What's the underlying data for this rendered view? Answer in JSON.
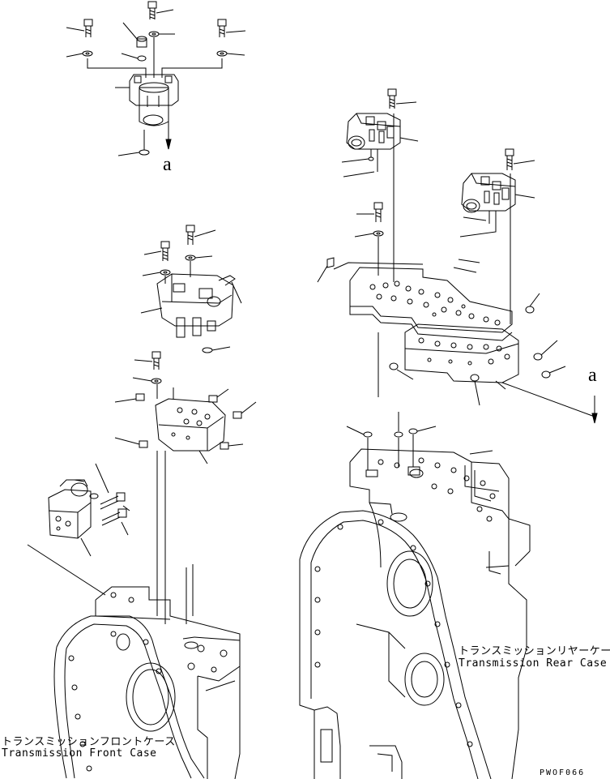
{
  "callouts": {
    "top_a": "a",
    "right_a": "a"
  },
  "labels": {
    "rear_case_jp": "トランスミッションリヤーケース",
    "rear_case_en": "Transmission Rear Case",
    "front_case_jp": "トランスミッションフロントケース",
    "front_case_en": "Transmission Front Case"
  },
  "drawing_code": "PWOF066"
}
